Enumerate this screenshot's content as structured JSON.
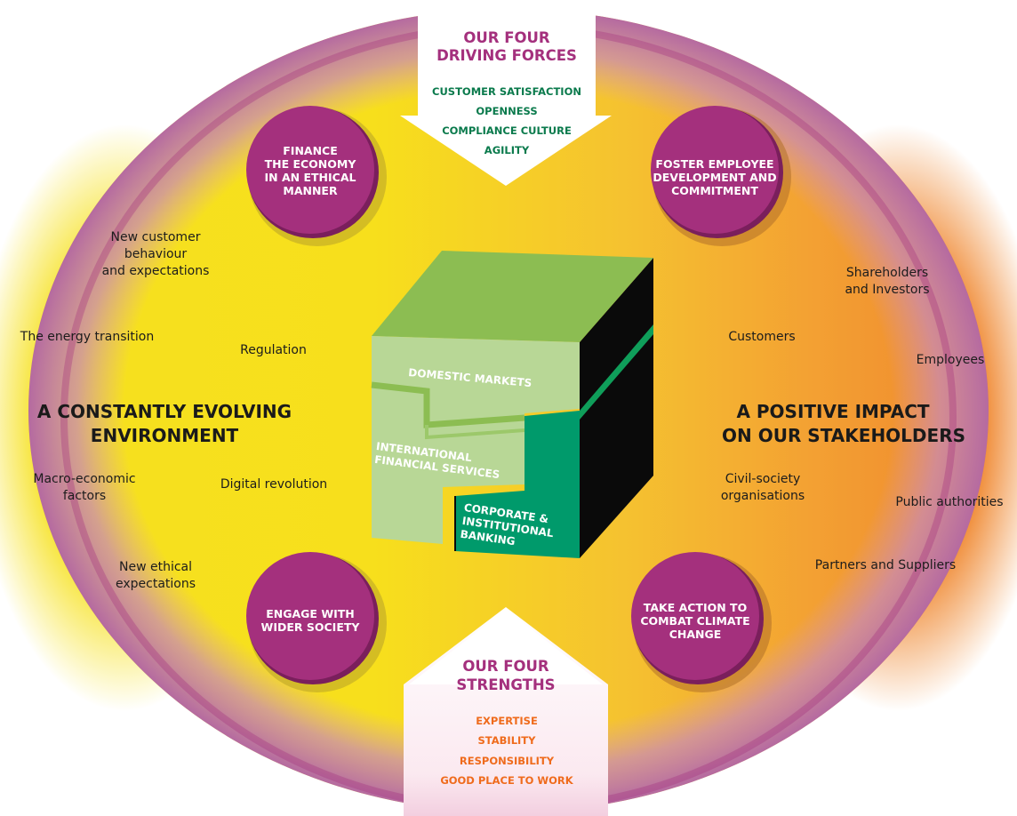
{
  "colors": {
    "purple": "#a4307d",
    "ring": "#c98bb3",
    "yellow": "#f6e11f",
    "orange": "#f08a2e",
    "green_light": "#b8d796",
    "green_top": "#8cbd52",
    "green_dark": "#009a6b",
    "text_green": "#0a7a4c",
    "text_orange": "#ef6b1c"
  },
  "driving_forces": {
    "title_line1": "OUR FOUR",
    "title_line2": "DRIVING FORCES",
    "items": [
      "CUSTOMER SATISFACTION",
      "OPENNESS",
      "COMPLIANCE CULTURE",
      "AGILITY"
    ]
  },
  "strengths": {
    "title_line1": "OUR FOUR",
    "title_line2": "STRENGTHS",
    "items": [
      "EXPERTISE",
      "STABILITY",
      "RESPONSIBILITY",
      "GOOD PLACE TO WORK"
    ]
  },
  "circles": {
    "top_left": [
      "FINANCE",
      "THE ECONOMY",
      "IN AN ETHICAL",
      "MANNER"
    ],
    "top_right": [
      "FOSTER EMPLOYEE",
      "DEVELOPMENT AND",
      "COMMITMENT"
    ],
    "bottom_left": [
      "ENGAGE WITH",
      "WIDER SOCIETY"
    ],
    "bottom_right": [
      "TAKE ACTION TO",
      "COMBAT CLIMATE",
      "CHANGE"
    ]
  },
  "environment": {
    "title_line1": "A CONSTANTLY EVOLVING",
    "title_line2": "ENVIRONMENT",
    "factors": {
      "new_customer": [
        "New customer",
        "behaviour",
        "and expectations"
      ],
      "energy": "The energy transition",
      "regulation": "Regulation",
      "macro": [
        "Macro-economic",
        "factors"
      ],
      "digital": "Digital revolution",
      "ethical": [
        "New ethical",
        "expectations"
      ]
    }
  },
  "stakeholders": {
    "title_line1": "A POSITIVE IMPACT",
    "title_line2": "ON OUR STAKEHOLDERS",
    "items": {
      "shareholders": [
        "Shareholders",
        "and Investors"
      ],
      "customers": "Customers",
      "employees": "Employees",
      "civil": [
        "Civil-society",
        "organisations"
      ],
      "public": "Public authorities",
      "partners": "Partners and Suppliers"
    }
  },
  "cube": {
    "domestic": "DOMESTIC MARKETS",
    "ifs": [
      "INTERNATIONAL",
      "FINANCIAL SERVICES"
    ],
    "cib": [
      "CORPORATE &",
      "INSTITUTIONAL",
      "BANKING"
    ]
  }
}
